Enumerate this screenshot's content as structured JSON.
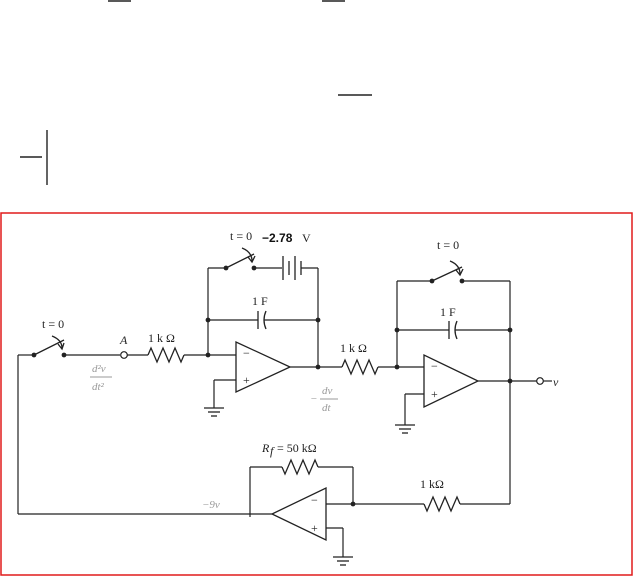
{
  "colors": {
    "frame": "#e01b1b",
    "ink": "#222222",
    "muted": "#9a9a9a"
  },
  "circuit": {
    "switch_main_label": "t = 0",
    "switch_int1_label": "t = 0",
    "switch_int2_label": "t = 0",
    "node_a_label": "A",
    "r_in1_label": "1 k Ω",
    "battery_value": "−2.78",
    "battery_unit": "V",
    "cap1_label": "1 F",
    "r_in2_label": "1 k Ω",
    "cap2_label": "1 F",
    "rf_label": "R",
    "rf_sub": "f",
    "rf_value": "= 50 kΩ",
    "r_fb_label": "1 kΩ",
    "deriv2_num": "d²v",
    "deriv2_den": "dt²",
    "deriv1_prefix": "−",
    "deriv1_num": "dv",
    "deriv1_den": "dt",
    "neg9v_label": "−9v",
    "output_label": "v",
    "opamp_minus": "−",
    "opamp_plus": "+"
  }
}
